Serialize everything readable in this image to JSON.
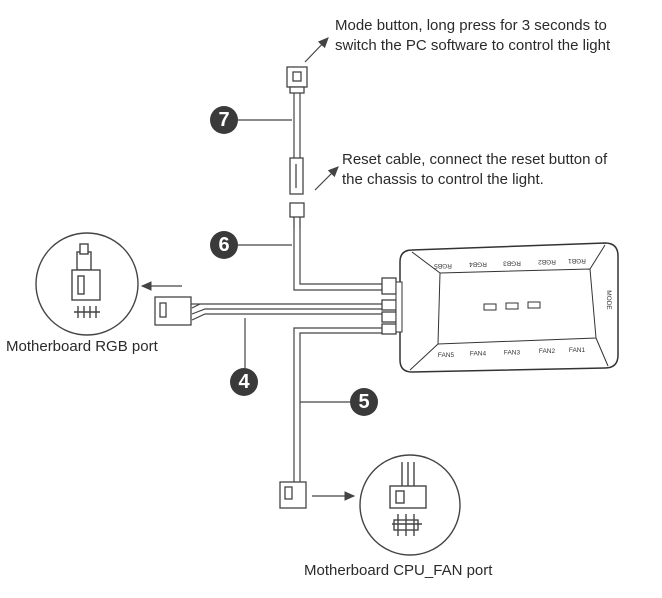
{
  "callouts": {
    "mode_button": [
      "Mode button, long press for 3 seconds to",
      "switch the PC software to control the light"
    ],
    "reset_cable": [
      "Reset cable, connect the reset button of",
      "the chassis to control the light."
    ],
    "rgb_port": "Motherboard RGB port",
    "cpu_fan_port": "Motherboard CPU_FAN port"
  },
  "badges": {
    "mode": "7",
    "reset": "6",
    "rgb": "4",
    "fan": "5"
  },
  "hub": {
    "rgb_ports": [
      "RGB1",
      "RGB2",
      "RGB3",
      "RGB4",
      "RGB5"
    ],
    "fan_ports": [
      "FAN1",
      "FAN2",
      "FAN3",
      "FAN4",
      "FAN5"
    ],
    "button_label": "MODE"
  },
  "colors": {
    "line": "#4a4a4a",
    "badge": "#3a3a3a"
  }
}
